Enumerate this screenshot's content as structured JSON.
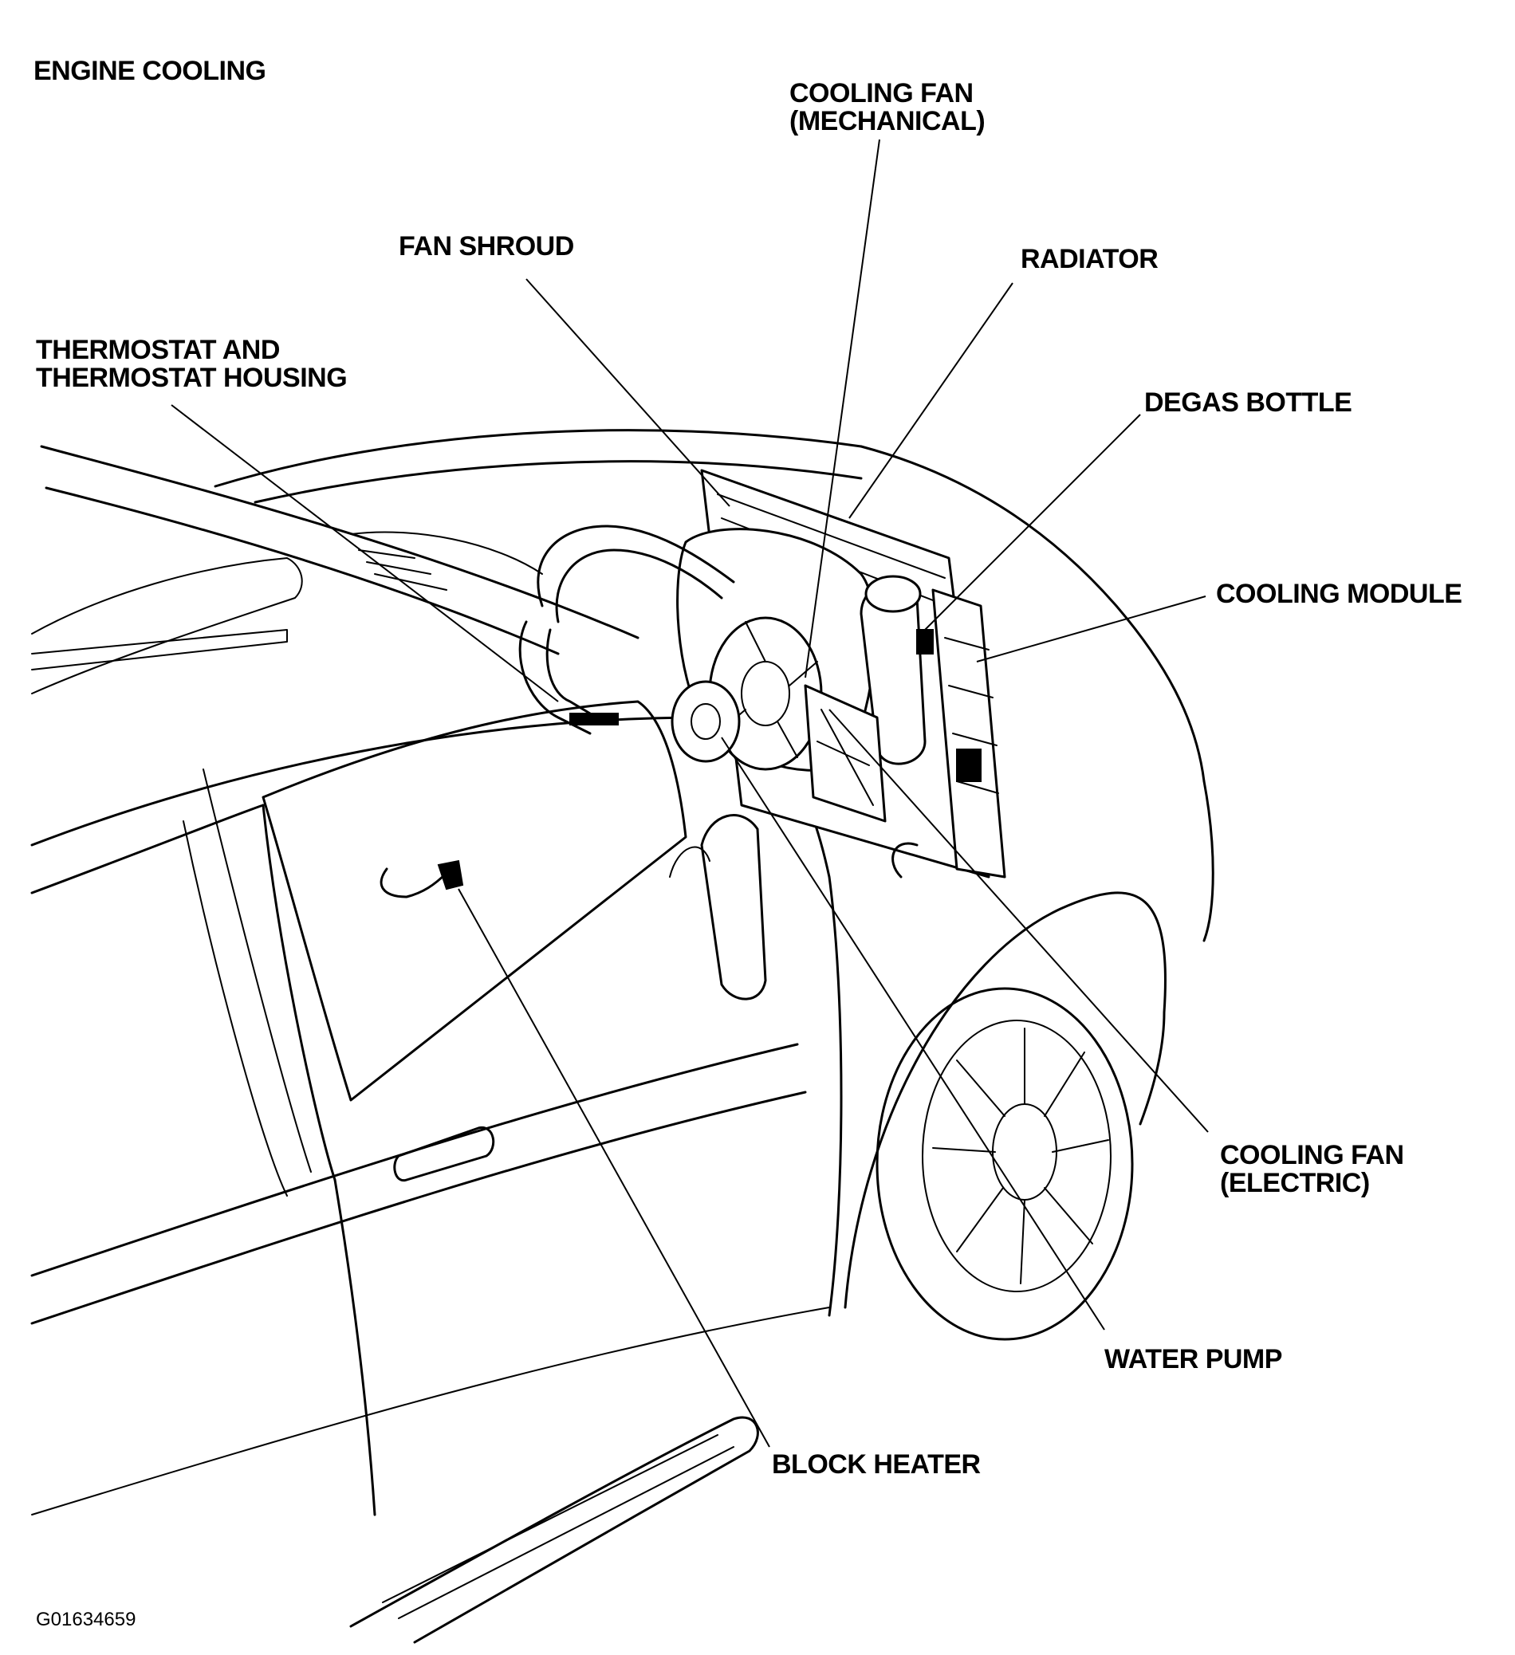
{
  "diagram": {
    "title": "ENGINE COOLING",
    "figure_id": "G01634659",
    "labels": {
      "cooling_fan_mechanical": [
        "COOLING FAN",
        "(MECHANICAL)"
      ],
      "fan_shroud": "FAN SHROUD",
      "radiator": "RADIATOR",
      "thermostat": [
        "THERMOSTAT AND",
        "THERMOSTAT HOUSING"
      ],
      "degas_bottle": "DEGAS BOTTLE",
      "cooling_module": "COOLING MODULE",
      "cooling_fan_electric": [
        "COOLING FAN",
        "(ELECTRIC)"
      ],
      "water_pump": "WATER PUMP",
      "block_heater": "BLOCK HEATER"
    }
  }
}
